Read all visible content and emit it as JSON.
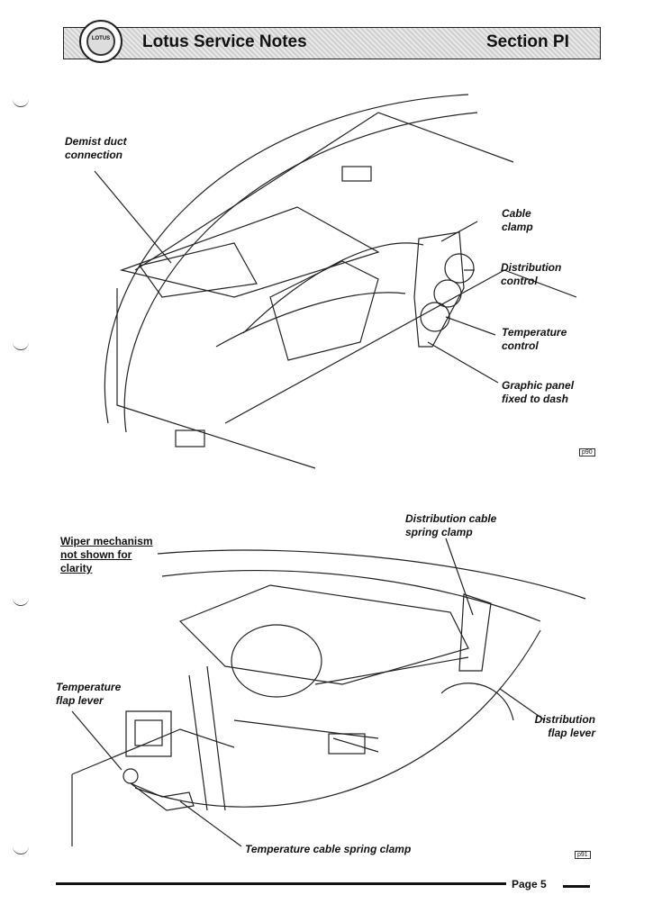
{
  "header": {
    "title": "Lotus Service Notes",
    "section": "Section PI",
    "logo_text": "LOTUS"
  },
  "diagram1": {
    "labels": {
      "demist": "Demist duct connection",
      "cable_clamp": "Cable clamp",
      "distribution_control": "Distribution control",
      "temperature_control": "Temperature control",
      "graphic_panel": "Graphic panel fixed to dash"
    },
    "ref": "p90"
  },
  "diagram2": {
    "note": "Wiper mechanism not shown for clarity",
    "labels": {
      "distribution_spring": "Distribution cable spring clamp",
      "temperature_flap": "Temperature flap lever",
      "distribution_flap": "Distribution flap lever",
      "temperature_spring": "Temperature cable spring clamp"
    },
    "ref": "p91"
  },
  "footer": {
    "page": "Page 5"
  }
}
